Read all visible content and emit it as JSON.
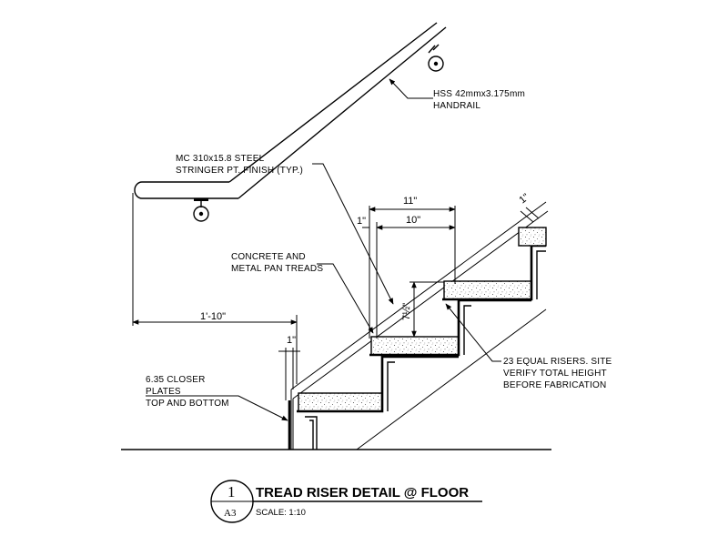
{
  "drawing": {
    "labels": {
      "handrail_line1": "HSS 42mmx3.175mm",
      "handrail_line2": "HANDRAIL",
      "stringer_line1": "MC 310x15.8 STEEL",
      "stringer_line2": "STRINGER PT. FINISH (TYP.)",
      "treads_line1": "CONCRETE AND",
      "treads_line2": "METAL PAN TREADS",
      "risers_line1": "23 EQUAL RISERS. SITE",
      "risers_line2": "VERIFY TOTAL HEIGHT",
      "risers_line3": "BEFORE FABRICATION",
      "closer_line1": "6.35 CLOSER",
      "closer_line2": "PLATES",
      "closer_line3": "TOP AND BOTTOM"
    },
    "dimensions": {
      "tread_overall": "11\"",
      "tread_going": "10\"",
      "nosing": "1\"",
      "riser_height": "7½\"",
      "handrail_extension": "1'-10\"",
      "closer_offset": "1\"",
      "stringer_offset": "1\""
    },
    "title_block": {
      "detail_number": "1",
      "sheet": "A3",
      "title": "TREAD RISER DETAIL @ FLOOR",
      "scale": "SCALE: 1:10"
    }
  }
}
